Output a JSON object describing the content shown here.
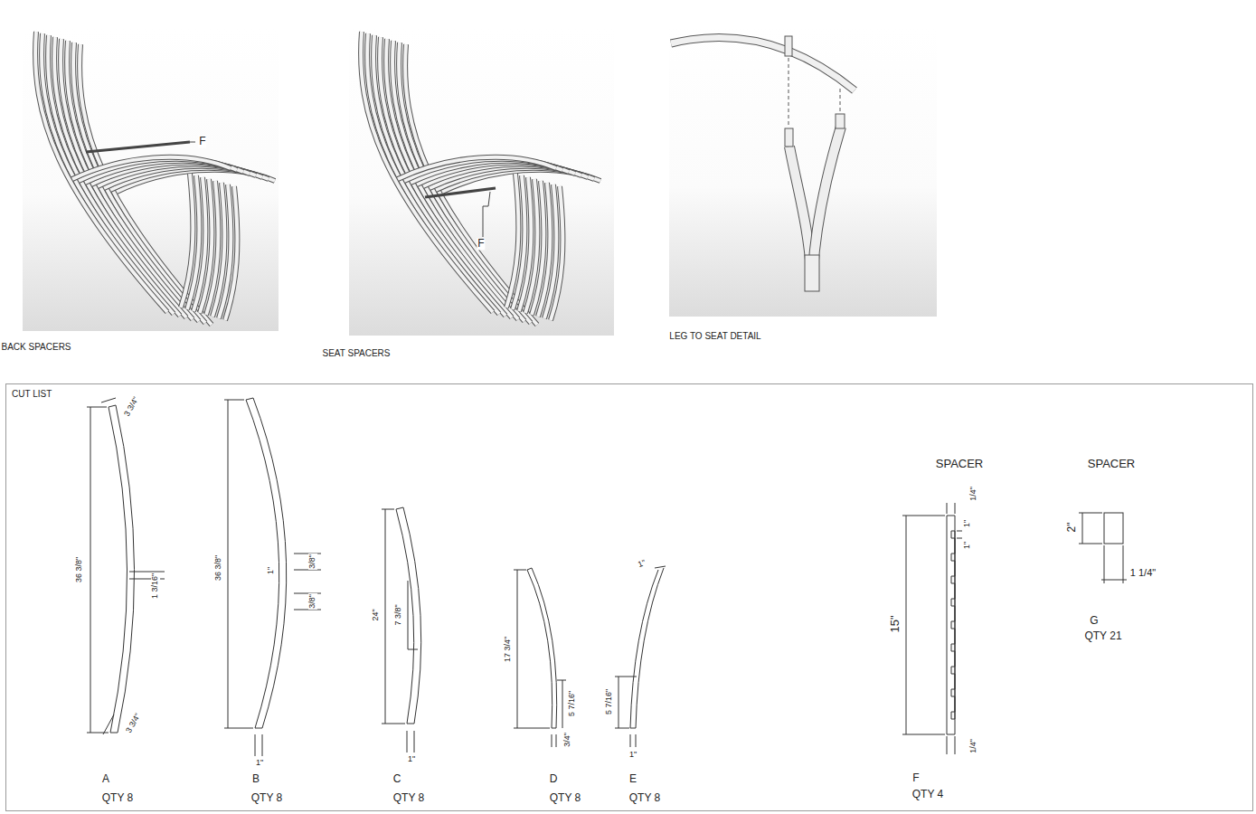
{
  "diagram": {
    "nodes": [
      {
        "text": [
          "CUT LIST"
        ]
      }
    ],
    "labels": [
      "F",
      "BACK SPACERS",
      "F",
      "SEAT SPACERS",
      "LEG TO SEAT DETAIL",
      "3 3/4\"",
      "36 3/8\"",
      "1 3/16\"",
      "3 3/4\"",
      "A",
      "QTY 8",
      "36 3/8\"",
      "1\"",
      "3/8\"",
      "3/8\"",
      "1\"",
      "B",
      "QTY 8",
      "24\"",
      "7 3/8\"",
      "1\"",
      "C",
      "QTY 8",
      "17 3/4\"",
      "5 7/16\"",
      "3/4\"",
      "D",
      "QTY 8",
      "1\"",
      "5 7/16\"",
      "1\"",
      "E",
      "QTY 8",
      "SPACER",
      "1/4\"",
      "1\"",
      "1\"",
      "15\"",
      "1/4\"",
      "F",
      "QTY 4",
      "SPACER",
      "2\"",
      "1 1/4\"",
      "G",
      "QTY 21"
    ]
  }
}
